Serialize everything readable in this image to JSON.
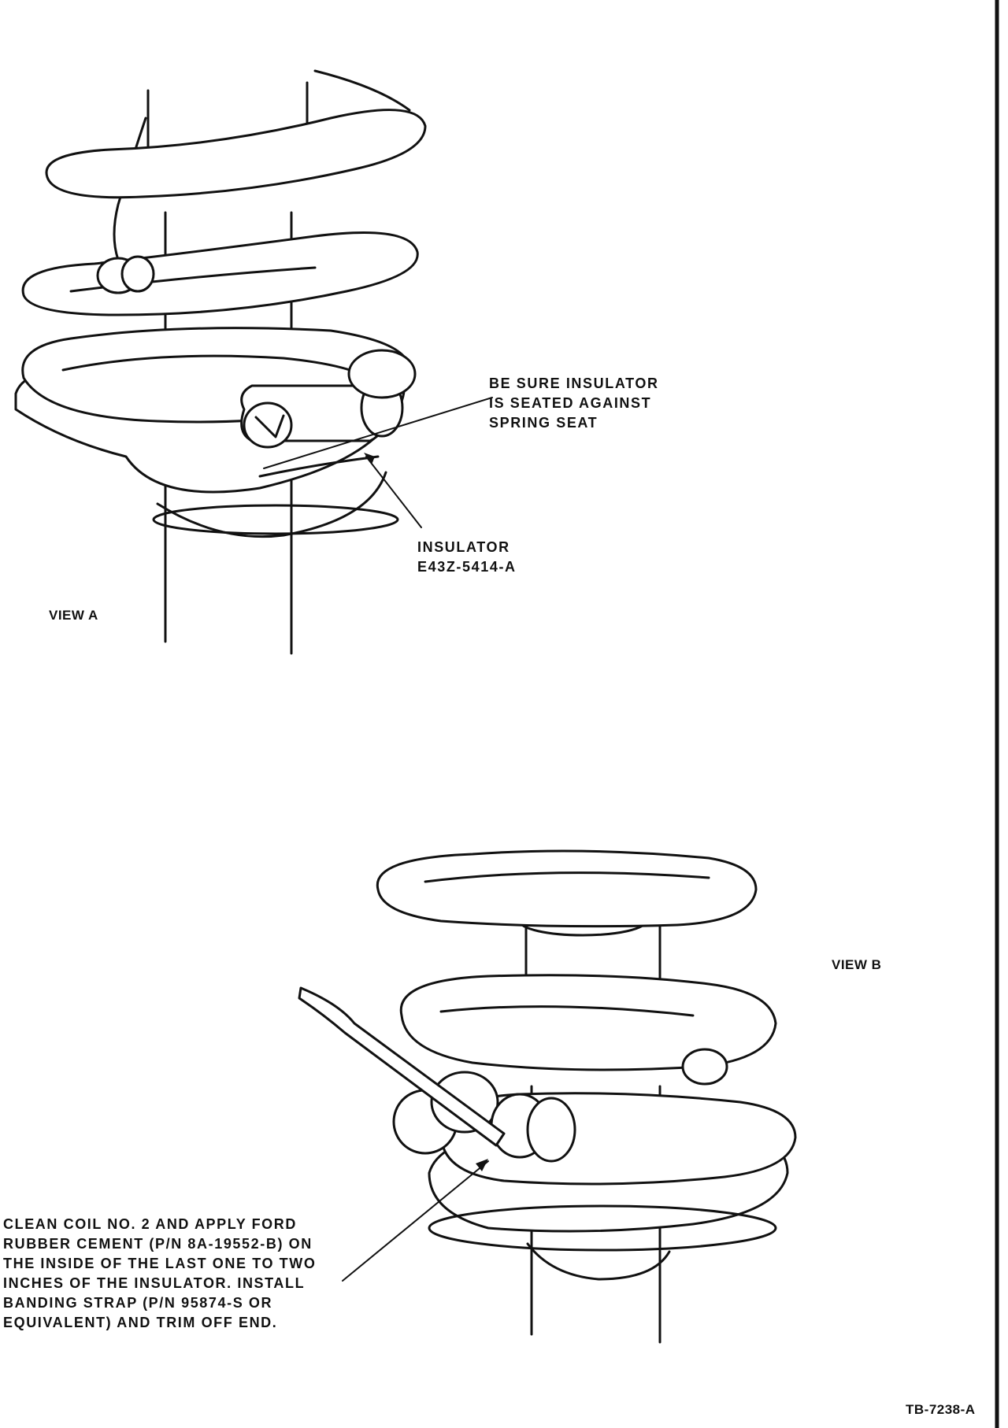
{
  "view_a": {
    "label": "VIEW A",
    "callout_seat": [
      "BE SURE INSULATOR",
      "IS SEATED AGAINST",
      "SPRING SEAT"
    ],
    "callout_insulator": [
      "INSULATOR",
      "E43Z-5414-A"
    ]
  },
  "view_b": {
    "label": "VIEW B",
    "callout_clean": [
      "CLEAN COIL NO. 2 AND APPLY FORD",
      "RUBBER CEMENT (P/N 8A-19552-B) ON",
      "THE INSIDE OF THE LAST ONE TO TWO",
      "INCHES OF THE INSULATOR. INSTALL",
      "BANDING STRAP (P/N 95874-S OR",
      "EQUIVALENT) AND TRIM OFF END."
    ]
  },
  "figure_id": "TB-7238-A"
}
